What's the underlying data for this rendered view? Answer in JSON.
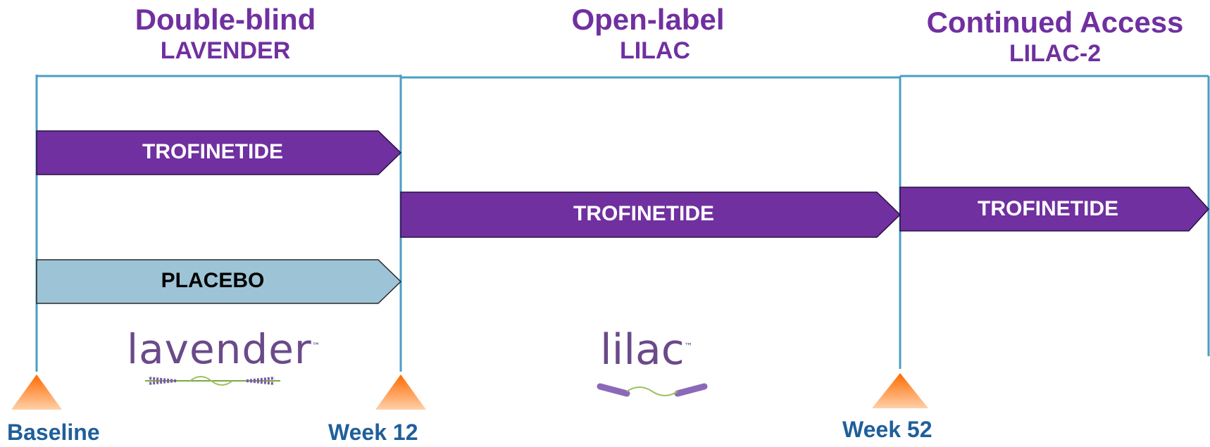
{
  "colors": {
    "title": "#7030a0",
    "timeline": "#4a9fc4",
    "drug_bar": "#7030a0",
    "placebo_bar": "#9dc3d6",
    "milestone_marker": "#f07020",
    "milestone_text": "#1f5f9a",
    "logo_text": "#6a4a8a"
  },
  "phases": [
    {
      "title": "Double-blind",
      "study": "LAVENDER"
    },
    {
      "title": "Open-label",
      "study": "LILAC"
    },
    {
      "title": "Continued Access",
      "study": "LILAC-2"
    }
  ],
  "arms": {
    "lavender_drug": "TROFINETIDE",
    "lavender_placebo": "PLACEBO",
    "lilac_drug": "TROFINETIDE",
    "lilac2_drug": "TROFINETIDE"
  },
  "milestones": [
    "Baseline",
    "Week 12",
    "Week 52"
  ],
  "logos": {
    "lavender": "lavender",
    "lilac": "lilac",
    "tm": "™"
  }
}
